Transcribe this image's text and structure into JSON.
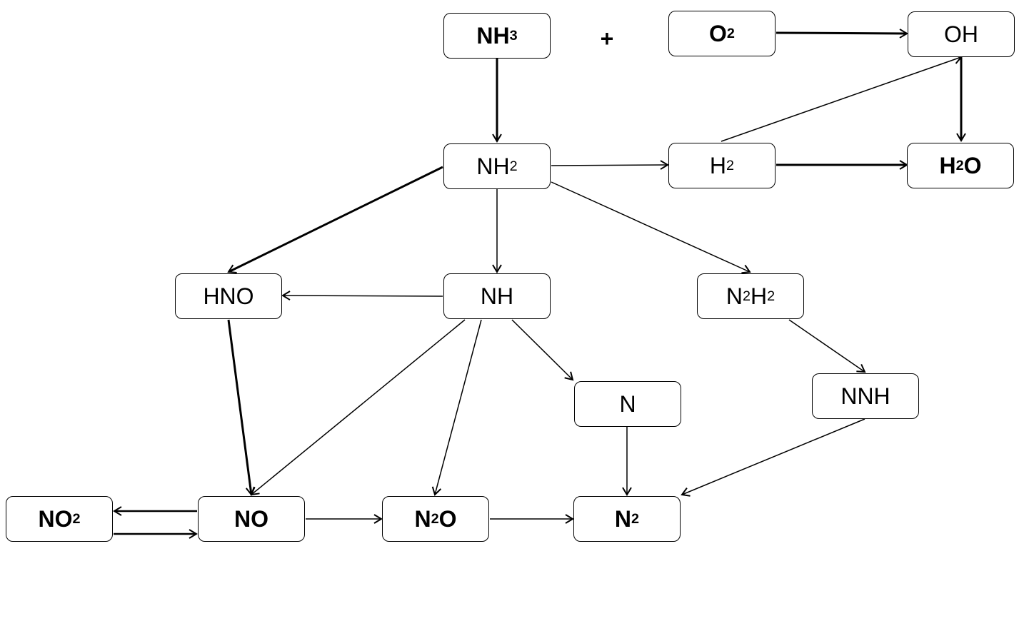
{
  "species": {
    "nh3": {
      "base": "NH",
      "sub": "3",
      "tail": ""
    },
    "o2": {
      "base": "O",
      "sub": "2",
      "tail": ""
    },
    "oh": {
      "base": "OH",
      "sub": "",
      "tail": ""
    },
    "nh2": {
      "base": "NH",
      "sub": "2",
      "tail": ""
    },
    "h2": {
      "base": "H",
      "sub": "2",
      "tail": ""
    },
    "h2o": {
      "base": "H",
      "sub": "2",
      "tail": "O"
    },
    "hno": {
      "base": "HNO",
      "sub": "",
      "tail": ""
    },
    "nh": {
      "base": "NH",
      "sub": "",
      "tail": ""
    },
    "n2h2": {
      "base": "N",
      "sub": "2",
      "tail": "H",
      "sub2": "2"
    },
    "n": {
      "base": "N",
      "sub": "",
      "tail": ""
    },
    "nnh": {
      "base": "NNH",
      "sub": "",
      "tail": ""
    },
    "no2": {
      "base": "NO",
      "sub": "2",
      "tail": ""
    },
    "no": {
      "base": "NO",
      "sub": "",
      "tail": ""
    },
    "n2o": {
      "base": "N",
      "sub": "2",
      "tail": "O"
    },
    "n2": {
      "base": "N",
      "sub": "2",
      "tail": ""
    }
  },
  "plus_sign": "+",
  "edges": [
    {
      "from": "NH3",
      "to": "NH2",
      "weight": "bold"
    },
    {
      "from": "O2",
      "to": "OH",
      "weight": "bold"
    },
    {
      "from": "OH",
      "to": "H2O",
      "weight": "bold"
    },
    {
      "from": "H2",
      "to": "OH",
      "weight": "thin"
    },
    {
      "from": "NH2",
      "to": "H2",
      "weight": "thin"
    },
    {
      "from": "H2",
      "to": "H2O",
      "weight": "bold"
    },
    {
      "from": "NH2",
      "to": "HNO",
      "weight": "bold"
    },
    {
      "from": "NH2",
      "to": "NH",
      "weight": "thin"
    },
    {
      "from": "NH2",
      "to": "N2H2",
      "weight": "thin"
    },
    {
      "from": "NH",
      "to": "HNO",
      "weight": "thin"
    },
    {
      "from": "NH",
      "to": "NO",
      "weight": "thin"
    },
    {
      "from": "NH",
      "to": "N2O",
      "weight": "thin"
    },
    {
      "from": "NH",
      "to": "N",
      "weight": "thin"
    },
    {
      "from": "HNO",
      "to": "NO",
      "weight": "bold"
    },
    {
      "from": "N2H2",
      "to": "NNH",
      "weight": "thin"
    },
    {
      "from": "N",
      "to": "N2",
      "weight": "thin"
    },
    {
      "from": "NNH",
      "to": "N2",
      "weight": "thin"
    },
    {
      "from": "NO",
      "to": "NO2",
      "weight": "bold"
    },
    {
      "from": "NO2",
      "to": "NO",
      "weight": "bold"
    },
    {
      "from": "NO",
      "to": "N2O",
      "weight": "thin"
    },
    {
      "from": "N2O",
      "to": "N2",
      "weight": "thin"
    }
  ]
}
